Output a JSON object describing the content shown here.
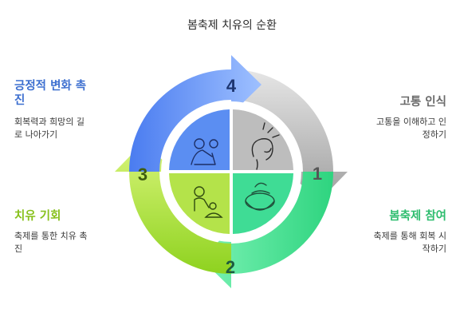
{
  "title": "봄축제 치유의 순환",
  "colors": {
    "step1": "#b5b5b5",
    "step2": "#37d88f",
    "step3": "#a6e13a",
    "step4": "#5b8ef2",
    "label1": "#6b6b6b",
    "label2": "#2ebd6f",
    "label3": "#86c01a",
    "label4": "#3d6fd0"
  },
  "steps": [
    {
      "number": "1",
      "label": "고통 인식",
      "desc_line1": "고통을 이해하고 인",
      "desc_line2": "정하기",
      "icon": "headache-person-icon"
    },
    {
      "number": "2",
      "label": "봄축제 참여",
      "desc_line1": "축제를 통해 회복 시",
      "desc_line2": "작하기",
      "icon": "festival-bowl-icon"
    },
    {
      "number": "3",
      "label": "치유 기회",
      "desc_line1": "축제를 통한 치유 촉",
      "desc_line2": "진",
      "icon": "caring-people-icon"
    },
    {
      "number": "4",
      "label_line1": "긍정적 변화 촉",
      "label_line2": "진",
      "desc_line1": "회복력과 희망의 길",
      "desc_line2": "로 나아가기",
      "icon": "growth-person-icon"
    }
  ]
}
